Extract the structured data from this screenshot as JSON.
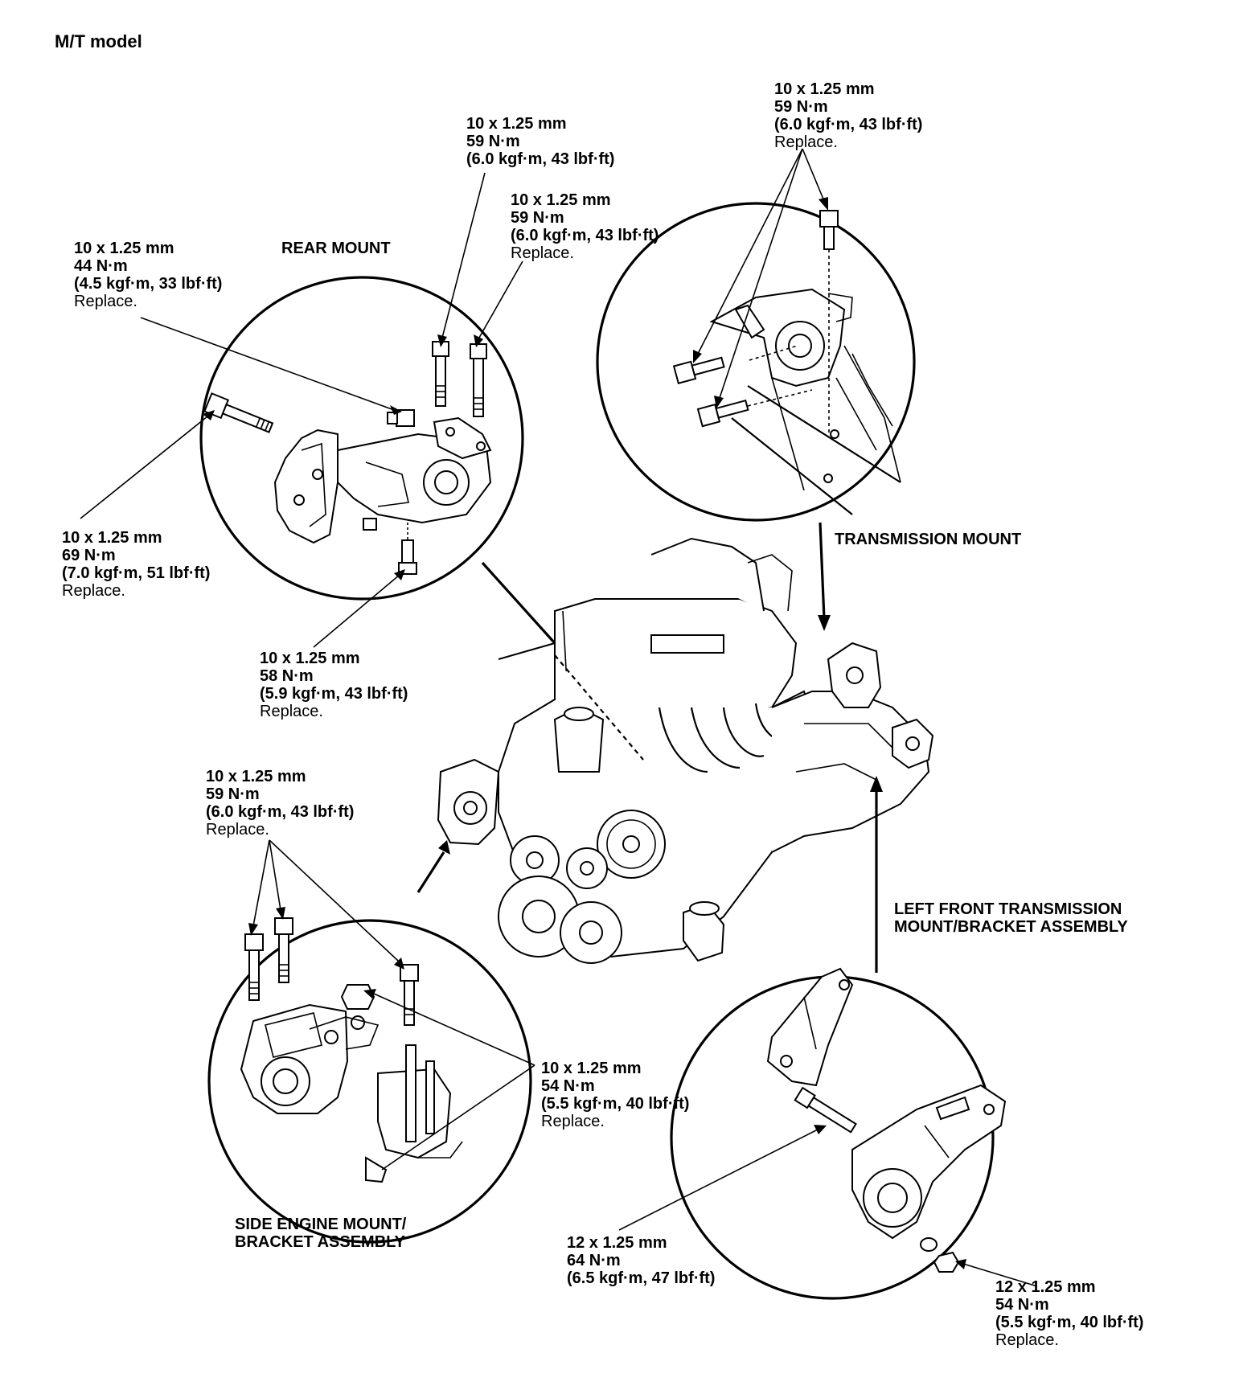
{
  "title": "M/T model",
  "sections": {
    "rear_mount": "REAR MOUNT",
    "transmission_mount": "TRANSMISSION MOUNT",
    "left_front": [
      "LEFT FRONT TRANSMISSION",
      "MOUNT/BRACKET ASSEMBLY"
    ],
    "side_engine": [
      "SIDE ENGINE MOUNT/",
      "BRACKET ASSEMBLY"
    ]
  },
  "callouts": [
    {
      "lines": [
        "10 x 1.25 mm",
        "59 N·m",
        "(6.0 kgf·m, 43 lbf·ft)"
      ],
      "note": "Replace."
    },
    {
      "lines": [
        "10 x 1.25 mm",
        "59 N·m",
        "(6.0 kgf·m, 43 lbf·ft)"
      ],
      "note": ""
    },
    {
      "lines": [
        "10 x 1.25 mm",
        "59 N·m",
        "(6.0 kgf·m, 43 lbf·ft)"
      ],
      "note": "Replace."
    },
    {
      "lines": [
        "10 x 1.25 mm",
        "44 N·m",
        "(4.5 kgf·m, 33 lbf·ft)"
      ],
      "note": "Replace."
    },
    {
      "lines": [
        "10 x 1.25 mm",
        "69 N·m",
        "(7.0 kgf·m, 51 lbf·ft)"
      ],
      "note": "Replace."
    },
    {
      "lines": [
        "10 x 1.25 mm",
        "58 N·m",
        "(5.9 kgf·m, 43 lbf·ft)"
      ],
      "note": "Replace."
    },
    {
      "lines": [
        "10 x 1.25 mm",
        "59 N·m",
        "(6.0 kgf·m, 43 lbf·ft)"
      ],
      "note": "Replace."
    },
    {
      "lines": [
        "10 x 1.25 mm",
        "54 N·m",
        "(5.5 kgf·m, 40 lbf·ft)"
      ],
      "note": "Replace."
    },
    {
      "lines": [
        "12 x 1.25 mm",
        "64 N·m",
        "(6.5 kgf·m, 47 lbf·ft)"
      ],
      "note": ""
    },
    {
      "lines": [
        "12 x 1.25 mm",
        "54 N·m",
        "(5.5 kgf·m, 40 lbf·ft)"
      ],
      "note": "Replace."
    }
  ]
}
